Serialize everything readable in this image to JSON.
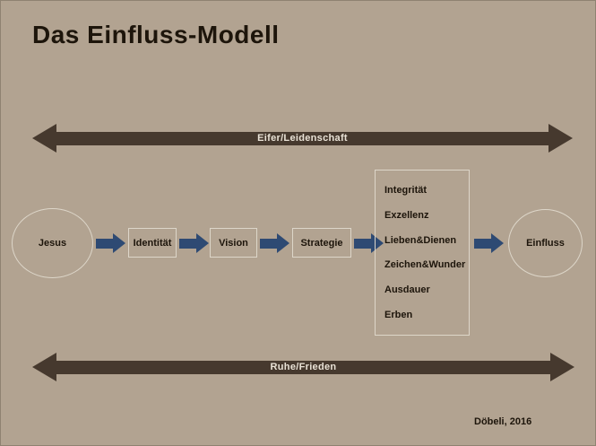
{
  "page": {
    "title": "Das Einfluss-Modell",
    "credit": "Döbeli, 2016"
  },
  "top_arrow": {
    "label": "Eifer/Leidenschaft"
  },
  "bottom_arrow": {
    "label": "Ruhe/Frieden"
  },
  "flow": {
    "start": "Jesus",
    "steps": [
      "Identität",
      "Vision",
      "Strategie"
    ],
    "list": [
      "Integrität",
      "Exzellenz",
      "Lieben&Dienen",
      "Zeichen&Wunder",
      "Ausdauer",
      "Erben"
    ],
    "end": "Einfluss"
  },
  "colors": {
    "background": "#b2a391",
    "edge": "#8f8271",
    "arrow_brown": "#46392e",
    "arrow_blue": "#2e4a73",
    "text_dark": "#1d150b",
    "label_light": "#e9e2d6",
    "border_light": "#ddd6c9"
  }
}
